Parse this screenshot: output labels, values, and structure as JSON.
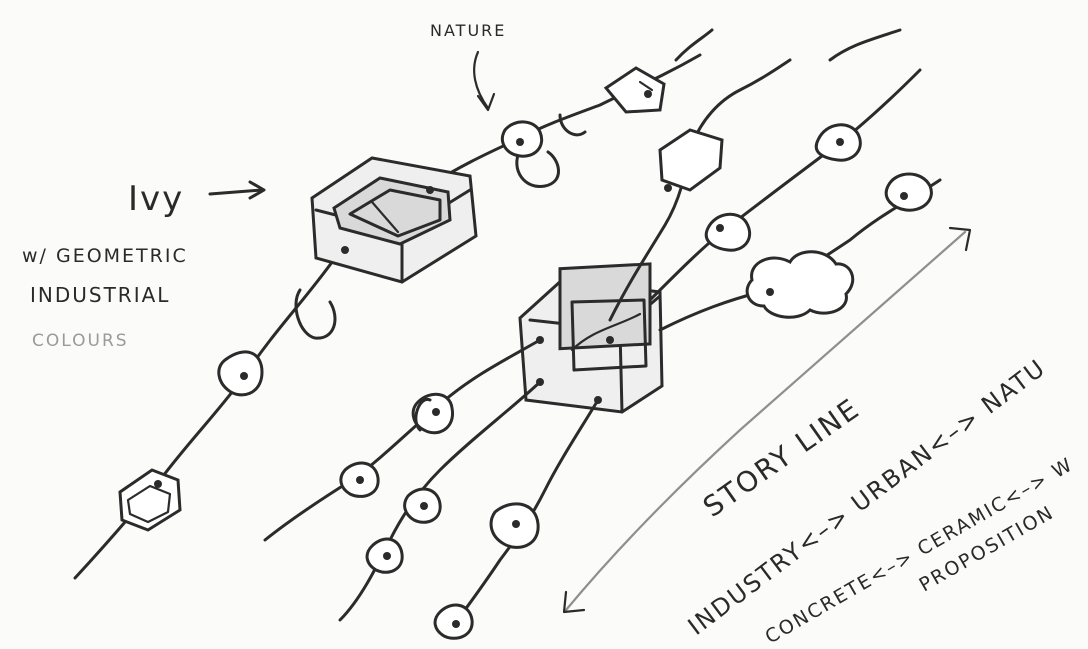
{
  "labels": {
    "nature_top": "NATURE",
    "ivy": "Ivy",
    "w_geometric": "w/ GEOMETRIC",
    "industrial": "INDUSTRIAL",
    "colours": "COLOURS",
    "story_line": "STORY LINE",
    "industry_urban_nature": "INDUSTRY<–> URBAN<–> NATU",
    "concrete_ceramic_w": "CONCRETE<–> CERAMIC<–> W",
    "proposition": "PROPOSITION"
  },
  "colors": {
    "pencil": "#2b2b2b",
    "paper": "#fbfbfa",
    "faded": "#9a9a9a"
  }
}
